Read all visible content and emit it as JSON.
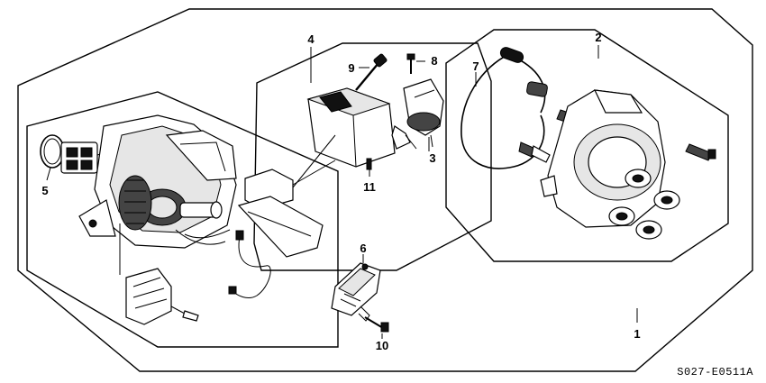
{
  "diagram": {
    "callouts": {
      "c1": "1",
      "c2": "2",
      "c3": "3",
      "c4": "4",
      "c5": "5",
      "c6": "6",
      "c7": "7",
      "c8": "8",
      "c9": "9",
      "c10": "10",
      "c11": "11"
    },
    "diagram_code": "S027-E0511A"
  }
}
